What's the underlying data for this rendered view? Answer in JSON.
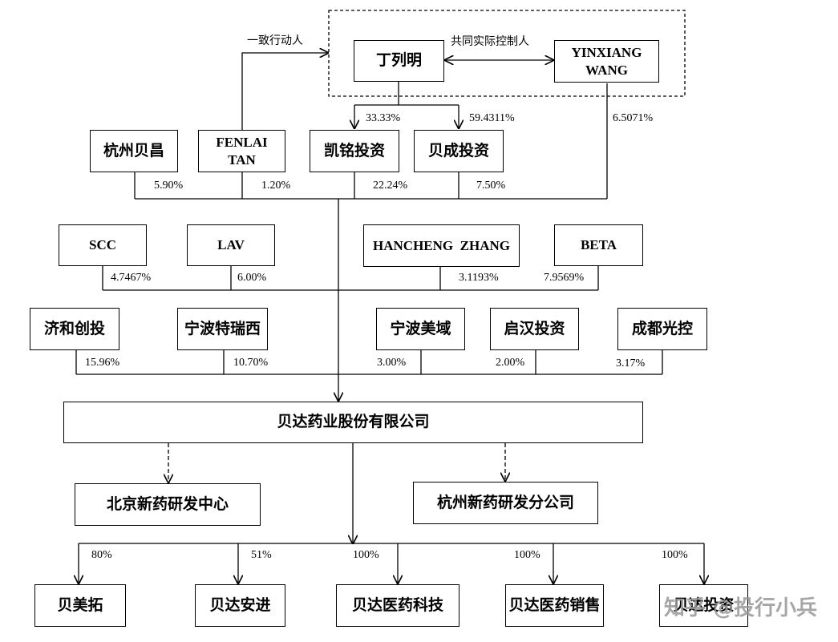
{
  "controllers": {
    "ding_lieming": "丁列明",
    "yinxiang_wang": "YINXIANG\nWANG",
    "joint_control_label": "共同实际控制人",
    "concert_label": "一致行动人"
  },
  "shareholders_row1": {
    "hangzhou_beichang": {
      "name": "杭州贝昌",
      "pct": "5.90%"
    },
    "fenlai_tan": {
      "name": "FENLAI\nTAN",
      "pct": "1.20%"
    },
    "kaiming": {
      "name": "凯铭投资",
      "pct": "22.24%",
      "ding_pct": "33.33%"
    },
    "beicheng": {
      "name": "贝成投资",
      "pct": "7.50%",
      "ding_pct": "59.4311%"
    },
    "yinxiang_direct_pct": "6.5071%"
  },
  "shareholders_row2": [
    {
      "name": "SCC",
      "pct": "4.7467%"
    },
    {
      "name": "LAV",
      "pct": "6.00%"
    },
    {
      "name": "HANCHENG  ZHANG",
      "pct": "3.1193%"
    },
    {
      "name": "BETA",
      "pct": "7.9569%"
    }
  ],
  "shareholders_row3": [
    {
      "name": "济和创投",
      "pct": "15.96%"
    },
    {
      "name": "宁波特瑞西",
      "pct": "10.70%"
    },
    {
      "name": "宁波美域",
      "pct": "3.00%"
    },
    {
      "name": "启汉投资",
      "pct": "2.00%"
    },
    {
      "name": "成都光控",
      "pct": "3.17%"
    }
  ],
  "company": "贝达药业股份有限公司",
  "branches": [
    "北京新药研发中心",
    "杭州新药研发分公司"
  ],
  "subsidiaries": [
    {
      "name": "贝美拓",
      "pct": "80%"
    },
    {
      "name": "贝达安进",
      "pct": "51%"
    },
    {
      "name": "贝达医药科技",
      "pct": "100%"
    },
    {
      "name": "贝达医药销售",
      "pct": "100%"
    },
    {
      "name": "贝达投资",
      "pct": "100%"
    }
  ],
  "watermark": "知乎 @投行小兵"
}
